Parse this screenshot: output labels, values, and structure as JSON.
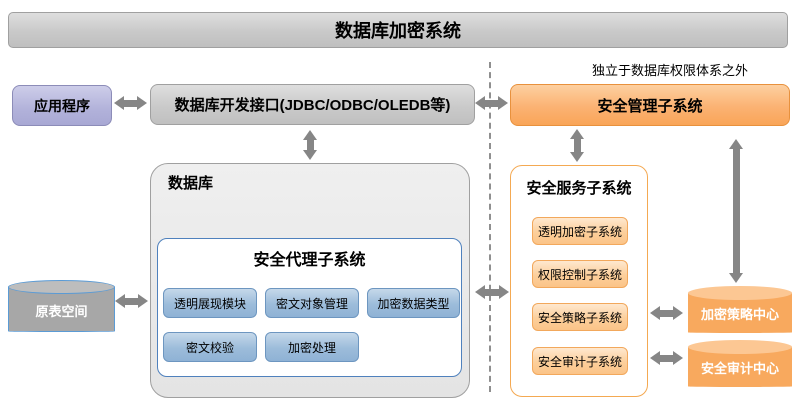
{
  "banner": {
    "title": "数据库加密系统"
  },
  "note": "独立于数据库权限体系之外",
  "nodes": {
    "application": {
      "label": "应用程序"
    },
    "db_interface": {
      "label": "数据库开发接口(JDBC/ODBC/OLEDB等)"
    },
    "security_mgmt": {
      "label": "安全管理子系统"
    },
    "database": {
      "label": "数据库"
    },
    "security_agent": {
      "title": "安全代理子系统",
      "modules": [
        "透明展现模块",
        "密文对象管理",
        "加密数据类型",
        "密文校验",
        "加密处理"
      ]
    },
    "orig_tablespace": {
      "label": "原表空间"
    },
    "security_service": {
      "title": "安全服务子系统",
      "modules": [
        "透明加密子系统",
        "权限控制子系统",
        "安全策略子系统",
        "安全审计子系统"
      ]
    },
    "policy_center": {
      "label": "加密策略中心"
    },
    "audit_center": {
      "label": "安全审计中心"
    }
  },
  "colors": {
    "banner_gray": "#c9c9c9",
    "purple_node": "#b2b2da",
    "orange_node": "#f9a558",
    "orange_button": "#fbc488",
    "orange_border": "#e8913d",
    "blue_border": "#4f81bd",
    "blue_button": "#8fb2d5",
    "gray_cylinder": "#a7a7a7",
    "cylinder_border_blue": "#5b9bd5",
    "arrow_gray": "#868686"
  }
}
